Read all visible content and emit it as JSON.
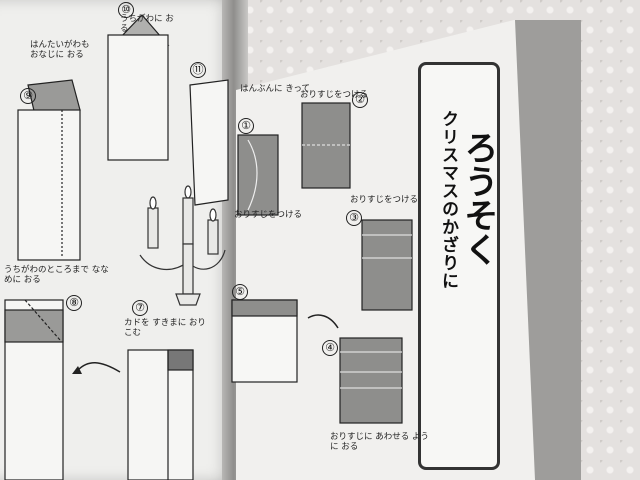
{
  "title": {
    "main": "クリスマスのかざりに",
    "sub": "ろうそく"
  },
  "steps": {
    "s1": {
      "number": "①",
      "note": "おりすじをつける"
    },
    "s2": {
      "number": "②",
      "note": "おりすじをつける"
    },
    "s3": {
      "number": "③",
      "note": "おりすじをつける"
    },
    "s4": {
      "number": "④",
      "note": "おりすじに あわせる ように おる"
    },
    "s5": {
      "number": "⑤"
    },
    "s7": {
      "number": "⑦",
      "note": "カドを すきまに おりこむ"
    },
    "s8": {
      "number": "⑧",
      "note": "うちがわのところまで ななめに おる"
    },
    "s9": {
      "number": "⑨",
      "note": "はんたいがわも おなじに おる"
    },
    "s10": {
      "number": "⑩",
      "note": "うちがわに おる"
    },
    "s11": {
      "number": "⑪"
    }
  },
  "top_note": "はんぶんに きって"
}
